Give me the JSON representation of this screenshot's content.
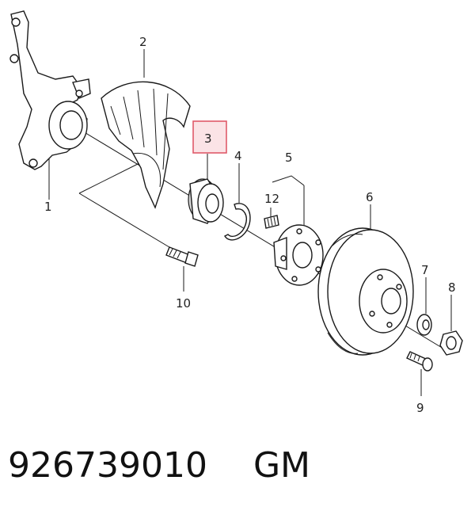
{
  "diagram": {
    "callouts": {
      "c1": "1",
      "c2": "2",
      "c3": "3",
      "c4": "4",
      "c5": "5",
      "c6": "6",
      "c7": "7",
      "c8": "8",
      "c9": "9",
      "c10": "10",
      "c12": "12"
    },
    "highlight_color": "#e05a6a",
    "highlight_fill": "#fbe3e6"
  },
  "footer": {
    "part_number": "926739010",
    "brand": "GM"
  }
}
